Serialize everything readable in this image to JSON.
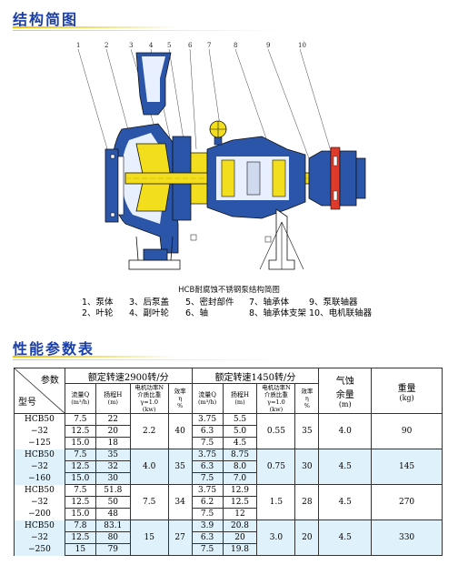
{
  "section1": {
    "title": "结构简图"
  },
  "diagram": {
    "part_numbers": [
      "1",
      "2",
      "3",
      "4",
      "5",
      "6",
      "7",
      "8",
      "9",
      "10"
    ],
    "caption": "HCB耐腐蚀不锈钢泵结构简图"
  },
  "legend": {
    "row1": [
      "1、泵体",
      "3、后泵盖",
      "5、密封部件",
      "7、轴承体",
      "9、泵联轴器"
    ],
    "row2": [
      "2、叶轮",
      "4、副叶轮",
      "6、轴",
      "8、轴承体支架",
      "10、电机联轴器"
    ]
  },
  "section2": {
    "title": "性能参数表"
  },
  "table": {
    "corner_top": "参数",
    "corner_bottom": "型号",
    "speed_2900": "额定转速2900转/分",
    "speed_1450": "额定转速1450转/分",
    "cavitation": "气蚀",
    "cavitation_2": "余量",
    "cavitation_unit": "(m)",
    "weight": "重量",
    "weight_unit": "(kg)",
    "col_flow": "流量Q",
    "col_flow_unit": "(m³/h)",
    "col_head": "扬程H",
    "col_head_unit": "(m)",
    "col_power_1": "电机功率N",
    "col_power_2": "介质比重",
    "col_power_3": "γ=1.0",
    "col_power_4": "(kw)",
    "col_eff_1": "效率",
    "col_eff_2": "η",
    "col_eff_3": "%",
    "groups": [
      {
        "model": [
          "HCB50",
          "−32",
          "−125"
        ],
        "flow_2900": [
          "7.5",
          "12.5",
          "15.0"
        ],
        "head_2900": [
          "22",
          "20",
          "18"
        ],
        "power_2900": "2.2",
        "eff_2900": "40",
        "flow_1450": [
          "3.75",
          "6.3",
          "7.5"
        ],
        "head_1450": [
          "5.5",
          "5.0",
          "4.5"
        ],
        "power_1450": "0.55",
        "eff_1450": "35",
        "npsh": "4.0",
        "weight": "90"
      },
      {
        "model": [
          "HCB50",
          "−32",
          "−160"
        ],
        "flow_2900": [
          "7.5",
          "12.5",
          "15.0"
        ],
        "head_2900": [
          "35",
          "32",
          "30"
        ],
        "power_2900": "4.0",
        "eff_2900": "35",
        "flow_1450": [
          "3.75",
          "6.3",
          "7.5"
        ],
        "head_1450": [
          "8.75",
          "8.0",
          "7.0"
        ],
        "power_1450": "0.75",
        "eff_1450": "30",
        "npsh": "4.5",
        "weight": "145"
      },
      {
        "model": [
          "HCB50",
          "−32",
          "−200"
        ],
        "flow_2900": [
          "7.5",
          "12.5",
          "15.0"
        ],
        "head_2900": [
          "51.8",
          "50",
          "48"
        ],
        "power_2900": "7.5",
        "eff_2900": "34",
        "flow_1450": [
          "3.75",
          "6.2",
          "7.5"
        ],
        "head_1450": [
          "12.9",
          "12.5",
          "12"
        ],
        "power_1450": "1.5",
        "eff_1450": "28",
        "npsh": "4.5",
        "weight": "270"
      },
      {
        "model": [
          "HCB50",
          "−32",
          "−250"
        ],
        "flow_2900": [
          "7.8",
          "12.5",
          "15"
        ],
        "head_2900": [
          "83.1",
          "80",
          "79"
        ],
        "power_2900": "15",
        "eff_2900": "27",
        "flow_1450": [
          "3.9",
          "6.3",
          "7.5"
        ],
        "head_1450": [
          "20.8",
          "20",
          "19.8"
        ],
        "power_1450": "3.0",
        "eff_1450": "20",
        "npsh": "4.5",
        "weight": "330"
      }
    ]
  },
  "colors": {
    "title_blue": "#1a3fa8",
    "accent_yellow": "#f2c200",
    "row_tint": "#dff1fa",
    "part_blue": "#2a55a8",
    "part_yellow": "#f2de1c"
  }
}
